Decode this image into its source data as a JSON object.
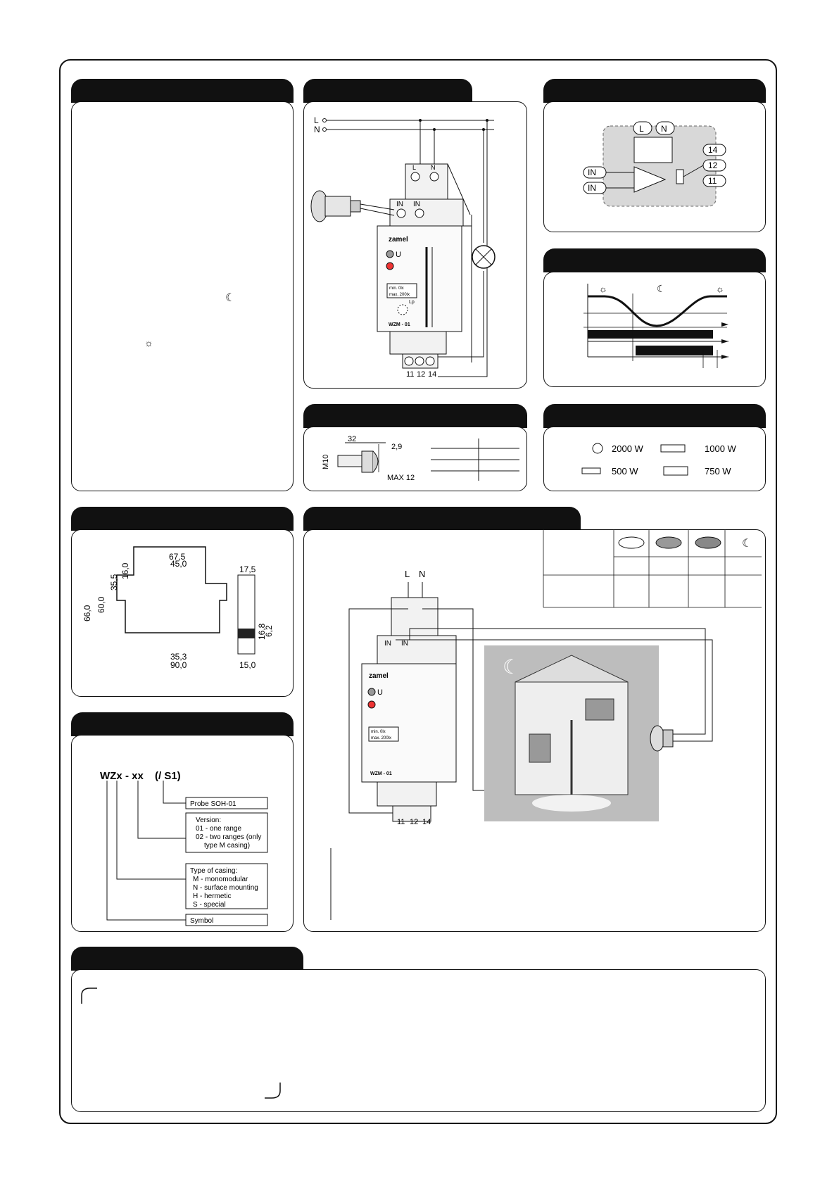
{
  "terminals": {
    "l": "L",
    "n": "N",
    "in": "IN",
    "t11": "11",
    "t12": "12",
    "t14": "14"
  },
  "device": {
    "brand": "zamel",
    "model": "WZM - 01",
    "u": "U",
    "range_min": "min. 0lx",
    "range_max": "max. 200lx",
    "lp": "Lp",
    "min": "min.",
    "max": "max."
  },
  "probe_dims": {
    "length": "32",
    "gap": "2,9",
    "thread": "M10",
    "max": "MAX 12"
  },
  "loads": {
    "incandescent": "2000 W",
    "fluorescent": "1000 W",
    "halogen": "500 W",
    "compensated": "750 W"
  },
  "case_dims": {
    "w1": "67,5",
    "w2": "45,0",
    "h1": "66,0",
    "h2": "60,0",
    "h3": "35,5",
    "h4": "16,0",
    "b1": "35,3",
    "b2": "90,0",
    "s1": "17,5",
    "s2": "16,8",
    "s3": "6,2",
    "s4": "15,0"
  },
  "symbol": {
    "code_a": "WZx",
    "code_b": " - xx",
    "code_c": " (/ S1)",
    "probe": "Probe SOH-01",
    "version_title": "Version:",
    "version_1": "01 - one range",
    "version_2": "02 - two ranges (only",
    "version_3": "type M casing)",
    "casing_title": "Type of casing:",
    "casing_m": "M - monomodular",
    "casing_n": "N - surface mounting",
    "casing_h": "H - hermetic",
    "casing_s": "S - special",
    "symbol": "Symbol"
  },
  "diagram_symbols": {
    "moon": "☾",
    "sun": "☼"
  }
}
